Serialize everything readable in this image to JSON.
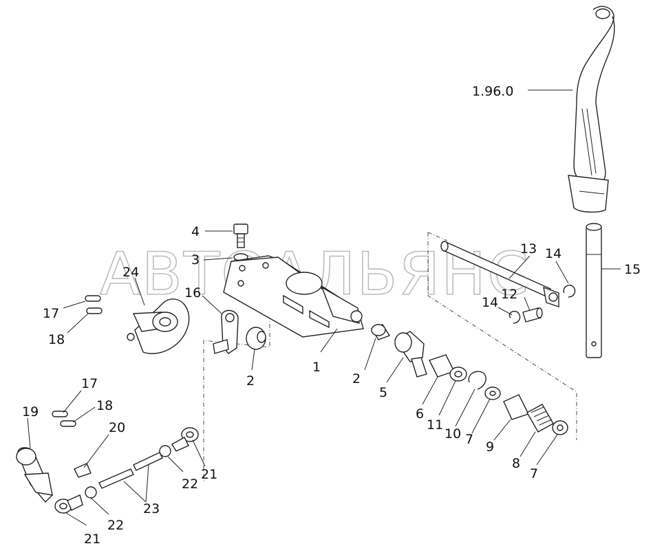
{
  "watermark": "АВТОАЛЬЯНС",
  "callouts": {
    "c_1960": "1.96.0",
    "c_15": "15",
    "c_13": "13",
    "c_14a": "14",
    "c_14b": "14",
    "c_12": "12",
    "c_4": "4",
    "c_3": "3",
    "c_24": "24",
    "c_16": "16",
    "c_17a": "17",
    "c_18a": "18",
    "c_1": "1",
    "c_2a": "2",
    "c_2b": "2",
    "c_5": "5",
    "c_6": "6",
    "c_11": "11",
    "c_10": "10",
    "c_7a": "7",
    "c_9": "9",
    "c_8": "8",
    "c_7b": "7",
    "c_19": "19",
    "c_17b": "17",
    "c_18b": "18",
    "c_20": "20",
    "c_21a": "21",
    "c_22a": "22",
    "c_23": "23",
    "c_22b": "22",
    "c_21b": "21"
  }
}
